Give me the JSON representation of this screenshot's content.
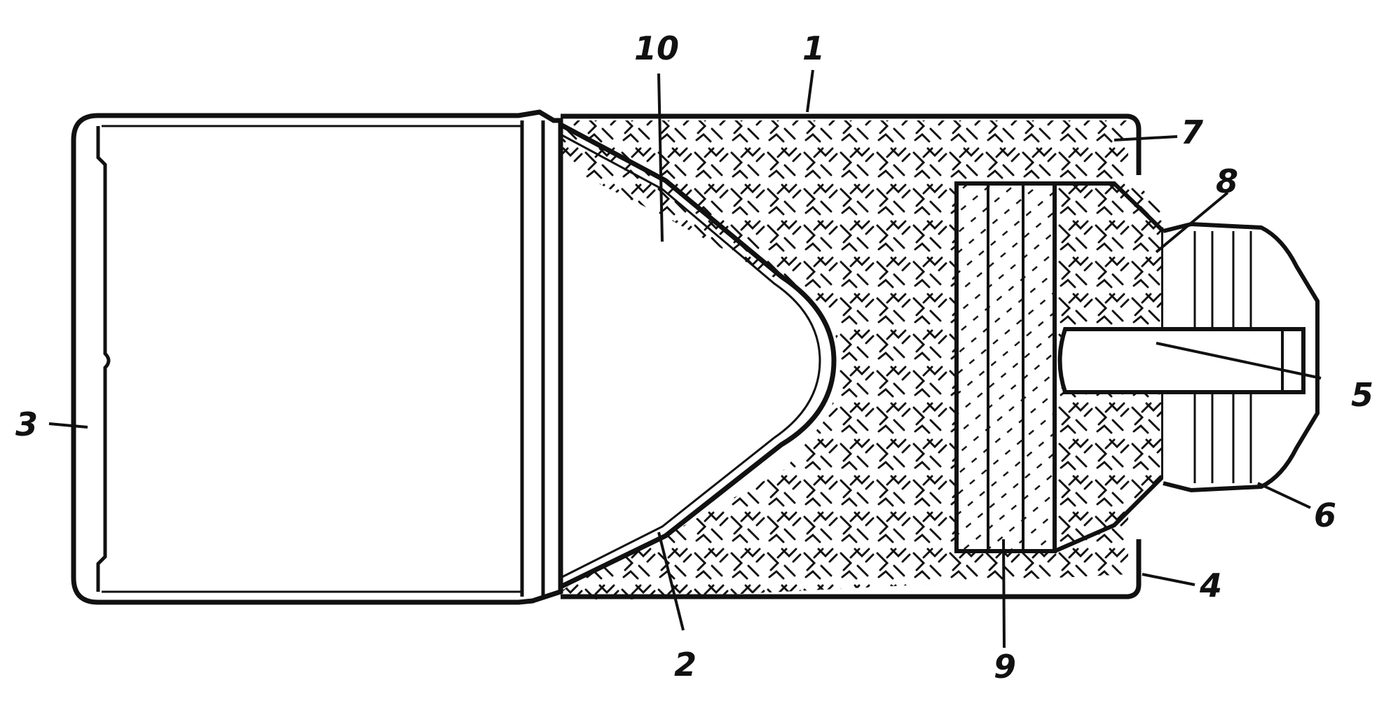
{
  "diagram": {
    "colors": {
      "ink": "#111111",
      "background": "#ffffff"
    },
    "fill_pattern": "crosshatch",
    "callouts": [
      {
        "id": "c1",
        "label": "1"
      },
      {
        "id": "c2",
        "label": "2"
      },
      {
        "id": "c3",
        "label": "3"
      },
      {
        "id": "c4",
        "label": "4"
      },
      {
        "id": "c5",
        "label": "5"
      },
      {
        "id": "c6",
        "label": "6"
      },
      {
        "id": "c7",
        "label": "7"
      },
      {
        "id": "c8",
        "label": "8"
      },
      {
        "id": "c9",
        "label": "9"
      },
      {
        "id": "c10",
        "label": "10"
      }
    ]
  }
}
